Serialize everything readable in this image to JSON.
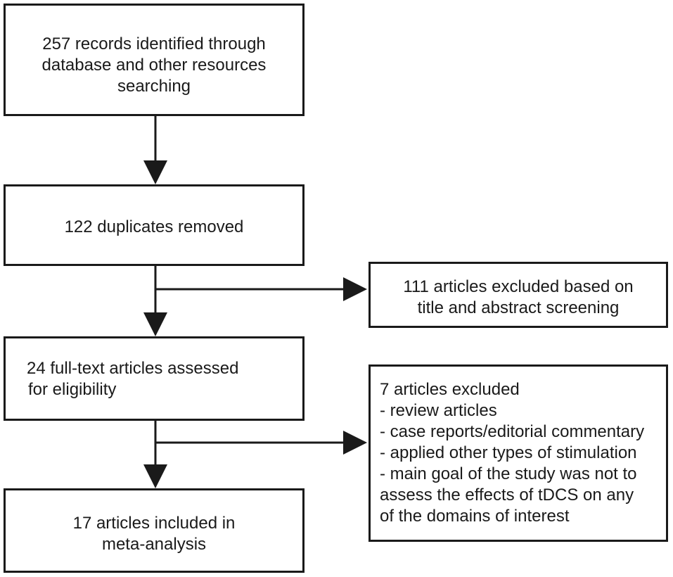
{
  "flowchart": {
    "boxes": [
      {
        "id": "identified",
        "lines": [
          "257 records identified through",
          "database and other resources",
          "searching"
        ]
      },
      {
        "id": "duplicates",
        "lines": [
          "122 duplicates removed"
        ]
      },
      {
        "id": "fulltext",
        "lines": [
          "24 full-text articles assessed",
          "for eligibility"
        ]
      },
      {
        "id": "included",
        "lines": [
          "17 articles included in",
          "meta-analysis"
        ]
      }
    ],
    "exclusions": [
      {
        "id": "screening",
        "lines": [
          "111 articles excluded based on",
          "title and abstract screening"
        ]
      },
      {
        "id": "excluded7",
        "lines": [
          "7 articles excluded",
          "- review articles",
          "- case reports/editorial commentary",
          "- applied other types of stimulation",
          "- main goal of the study was not to",
          "assess the effects of tDCS on any",
          "of the domains of interest"
        ]
      }
    ]
  },
  "colors": {
    "stroke": "#1a1a1a",
    "background": "#ffffff"
  }
}
